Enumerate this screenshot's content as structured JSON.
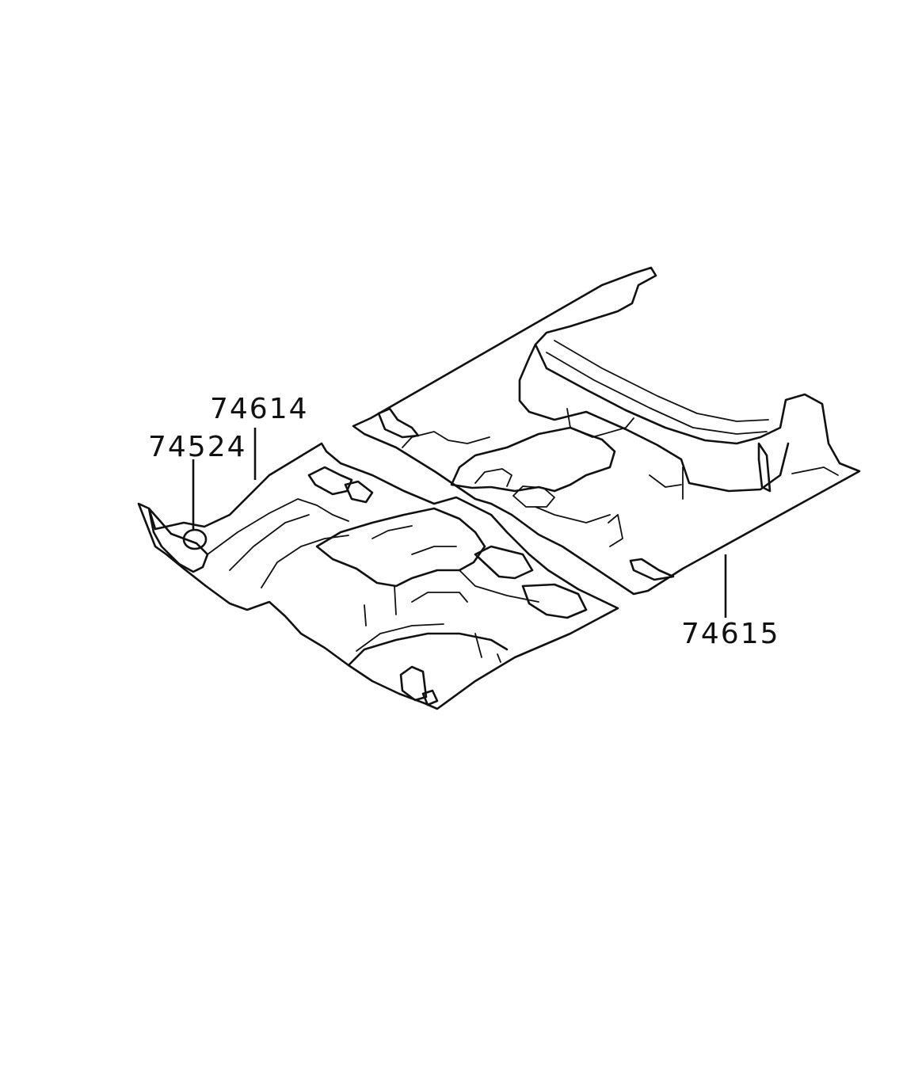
{
  "diagram": {
    "callouts": [
      {
        "id": "74614",
        "text": "74614"
      },
      {
        "id": "74524",
        "text": "74524"
      },
      {
        "id": "74615",
        "text": "74615"
      }
    ]
  }
}
